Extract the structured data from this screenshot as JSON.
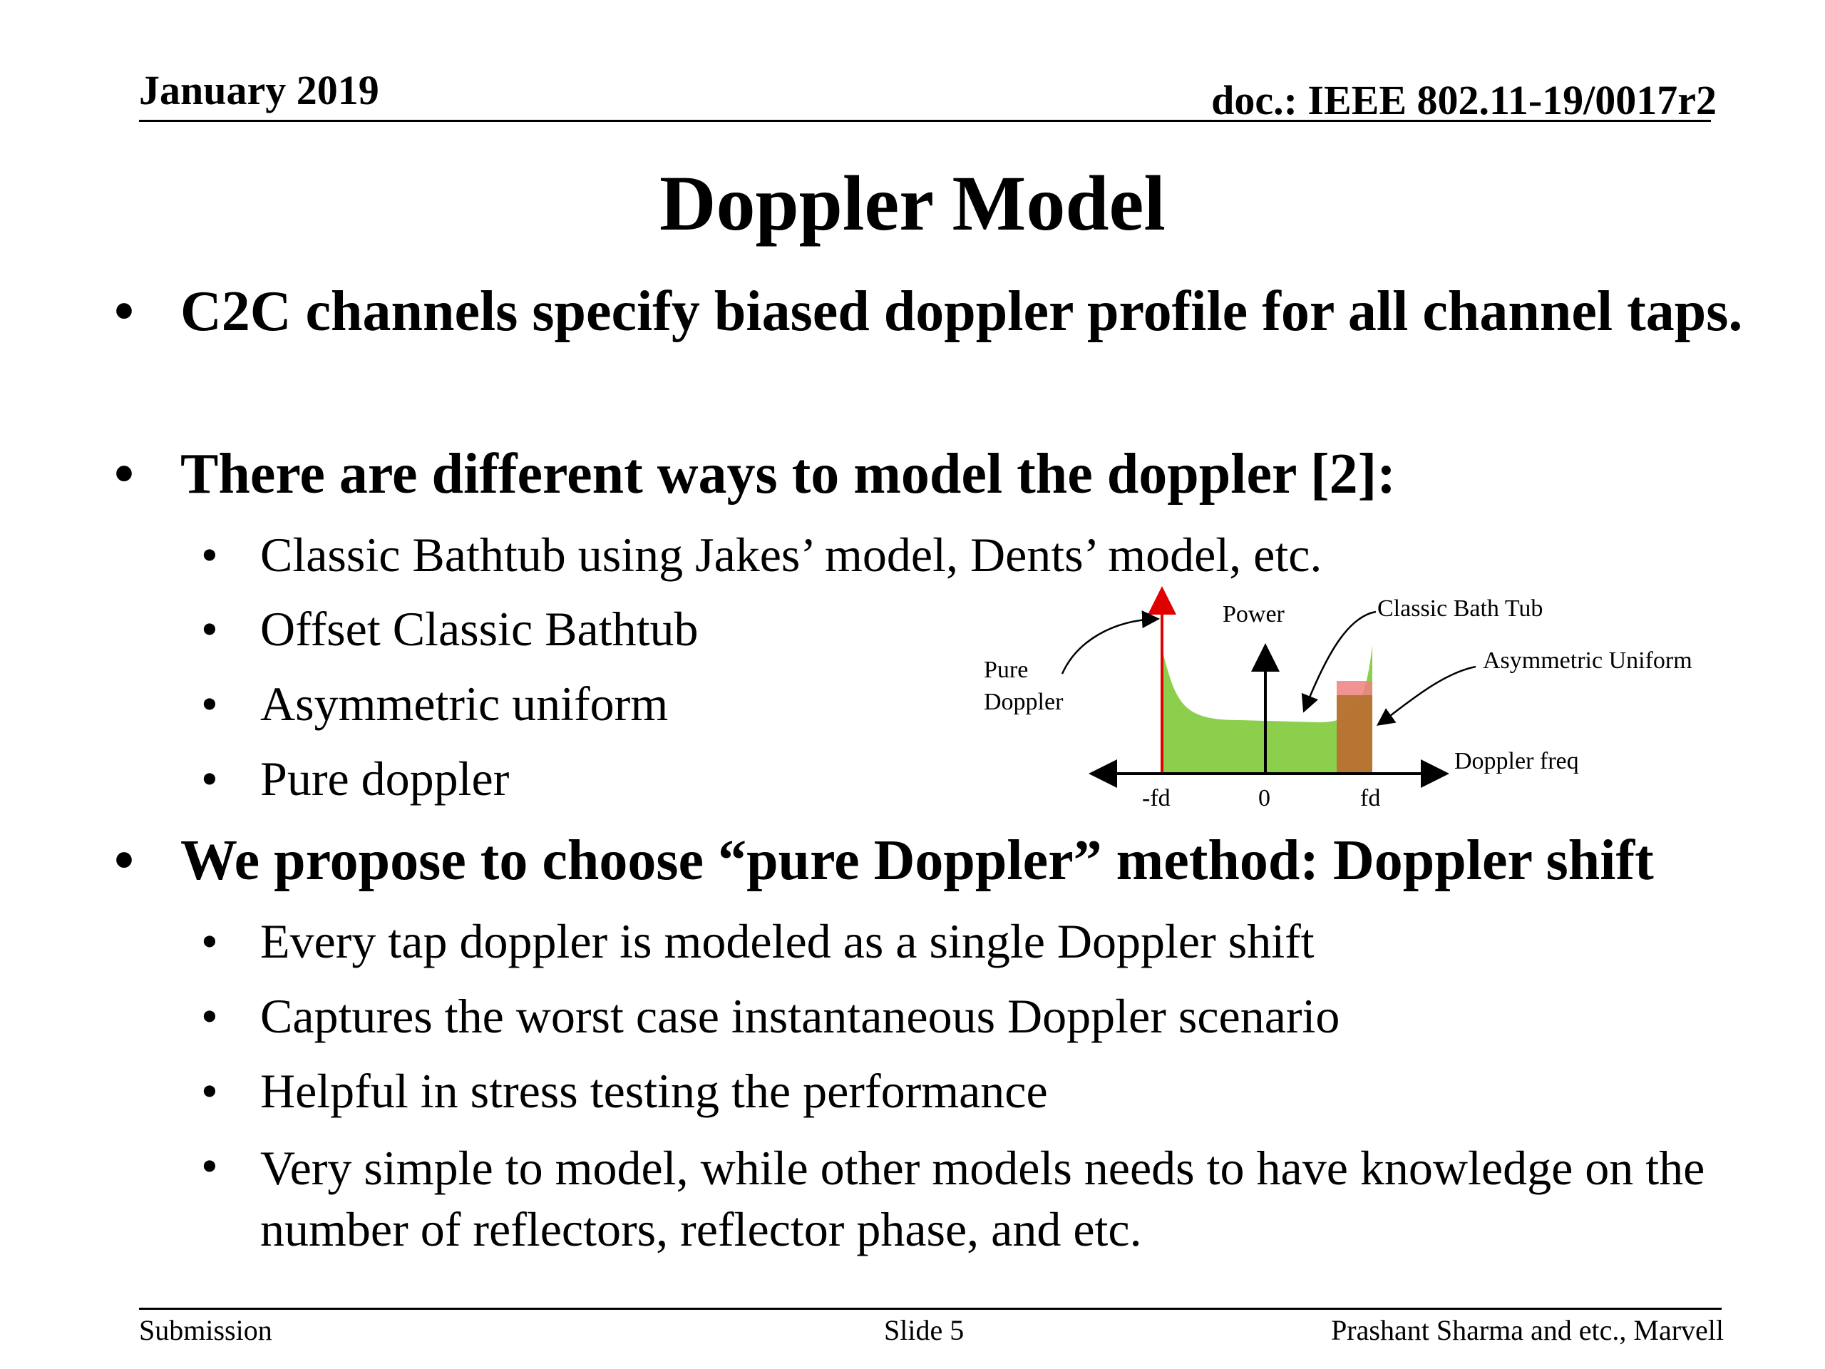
{
  "header": {
    "date": "January 2019",
    "doc": "doc.: IEEE 802.11-19/0017r2"
  },
  "title": "Doppler Model",
  "bullets": {
    "b1": "C2C channels specify biased doppler profile for all channel taps.",
    "b2": "There are different ways to model the doppler [2]:",
    "b2_sub": [
      "Classic Bathtub using Jakes’ model, Dents’ model, etc.",
      "Offset Classic Bathtub",
      "Asymmetric uniform",
      "Pure doppler"
    ],
    "b3": "We propose to choose “pure Doppler” method: Doppler shift",
    "b3_sub": [
      "Every tap doppler is modeled as a single Doppler shift",
      "Captures the worst case instantaneous Doppler scenario",
      "Helpful in stress testing the performance",
      "Very simple to model,  while other models needs to have knowledge on the number of reflectors, reflector phase, and etc."
    ],
    "bullet_char": "•"
  },
  "diagram": {
    "label_power": "Power",
    "label_classic": "Classic Bath Tub",
    "label_asym": "Asymmetric Uniform",
    "label_pure_1": "Pure",
    "label_pure_2": "Doppler",
    "label_axis": "Doppler freq",
    "tick_neg_fd": "-fd",
    "tick_zero": "0",
    "tick_fd": "fd",
    "colors": {
      "bathtub": "#8ccf4d",
      "asymmetric": "#f08080",
      "overlap": "#b5732f",
      "pure": "#e00000"
    }
  },
  "footer": {
    "left": "Submission",
    "center": "Slide 5",
    "right": "Prashant Sharma and etc., Marvell"
  }
}
